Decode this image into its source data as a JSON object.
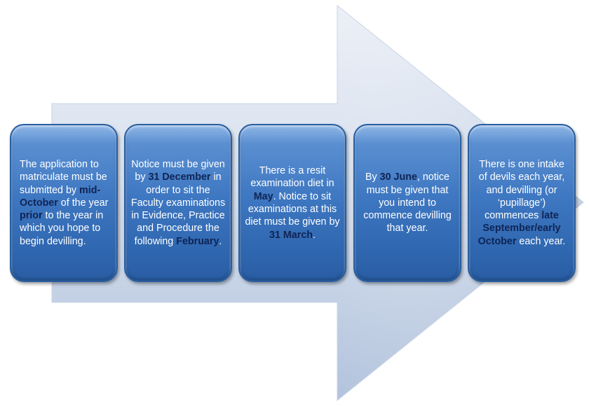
{
  "colors": {
    "arrow_light": "#dde5f1",
    "arrow_dark": "#a9bbd8",
    "box_fill": "#3f78c2",
    "box_border": "#2a5f9e",
    "highlight_text": "#0f2454",
    "body_text": "#ffffff"
  },
  "steps": [
    {
      "p1": "The application to matriculate must be submitted by ",
      "h1": "mid-October",
      "p2": " of the year ",
      "h2": "prior",
      "p3": " to the year in which you hope to begin devilling."
    },
    {
      "p1": "Notice must be given by ",
      "h1": "31 December",
      "p2": " in order to sit the Faculty examinations in Evidence, Practice and Procedure the following ",
      "h2": "February",
      "p3": "."
    },
    {
      "p1": "There is a resit examination diet in ",
      "h1": "May",
      "p2": ".  Notice to sit examinations at this diet must be given by ",
      "h2": "31 March",
      "p3": "."
    },
    {
      "p1": "By ",
      "h1": "30 June",
      "p2": ", notice must be given that you intend to commence devilling that year."
    },
    {
      "p1": "There is one intake of devils each year, and devilling (or ‘pupillage’) commences ",
      "h1": "late September/early October",
      "p2": " each year."
    }
  ]
}
